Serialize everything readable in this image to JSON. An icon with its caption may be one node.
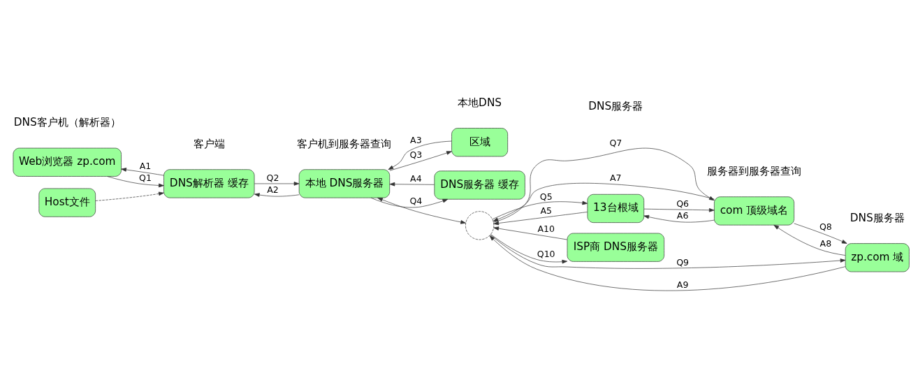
{
  "diagram": {
    "nodes": [
      {
        "text": [
          "Web浏览器 zp.com"
        ]
      },
      {
        "text": [
          "DNS解析器 缓存"
        ]
      },
      {
        "text": [
          "Host文件"
        ]
      },
      {
        "text": [
          "本地 DNS服务器"
        ]
      },
      {
        "text": [
          "区域"
        ]
      },
      {
        "text": [
          "DNS服务器 缓存"
        ]
      },
      {
        "text": [],
        "shape": "circle"
      },
      {
        "text": [
          "13台根域"
        ]
      },
      {
        "text": [
          "com 顶级域名"
        ]
      },
      {
        "text": [
          "zp.com 域"
        ]
      },
      {
        "text": [
          "ISP商 DNS服务器"
        ]
      }
    ],
    "edges": [
      {
        "from": 0,
        "to": 1,
        "arrow": "to",
        "label": "Q1"
      },
      {
        "from": 1,
        "to": 0,
        "arrow": "to",
        "label": "A1"
      },
      {
        "from": 2,
        "to": 1,
        "arrow": "to",
        "style": "dashed"
      },
      {
        "from": 1,
        "to": 3,
        "arrow": "to",
        "label": "Q2"
      },
      {
        "from": 3,
        "to": 1,
        "arrow": "to",
        "label": "A2"
      },
      {
        "from": 3,
        "to": 4,
        "arrow": "to",
        "label": "Q3"
      },
      {
        "from": 4,
        "to": 3,
        "arrow": "to",
        "label": "A3"
      },
      {
        "from": 3,
        "to": 5,
        "arrow": "to",
        "label": "Q4"
      },
      {
        "from": 5,
        "to": 3,
        "arrow": "to",
        "label": "A4"
      },
      {
        "from": 3,
        "to": 6,
        "arrow": "both"
      },
      {
        "from": 6,
        "to": 7,
        "arrow": "to",
        "label": "Q5"
      },
      {
        "from": 7,
        "to": 6,
        "arrow": "to",
        "label": "A5"
      },
      {
        "from": 7,
        "to": 8,
        "arrow": "to",
        "label": "Q6"
      },
      {
        "from": 8,
        "to": 7,
        "arrow": "to",
        "label": "A6"
      },
      {
        "from": 6,
        "to": 8,
        "arrow": "to",
        "label": "Q7"
      },
      {
        "from": 8,
        "to": 6,
        "arrow": "to",
        "label": "A7"
      },
      {
        "from": 8,
        "to": 9,
        "arrow": "to",
        "label": "Q8"
      },
      {
        "from": 9,
        "to": 8,
        "arrow": "to",
        "label": "A8"
      },
      {
        "from": 6,
        "to": 9,
        "arrow": "to",
        "label": "Q9"
      },
      {
        "from": 9,
        "to": 6,
        "arrow": "to",
        "label": "A9"
      },
      {
        "from": 6,
        "to": 10,
        "arrow": "to",
        "label": "Q10"
      },
      {
        "from": 10,
        "to": 6,
        "arrow": "to",
        "label": "A10"
      }
    ],
    "labels": [
      "DNS客户机（解析器）",
      "客户机到服务器查询",
      "服务器到服务器查询",
      "客户端",
      "本地DNS",
      "DNS服务器",
      "DNS服务器"
    ]
  }
}
